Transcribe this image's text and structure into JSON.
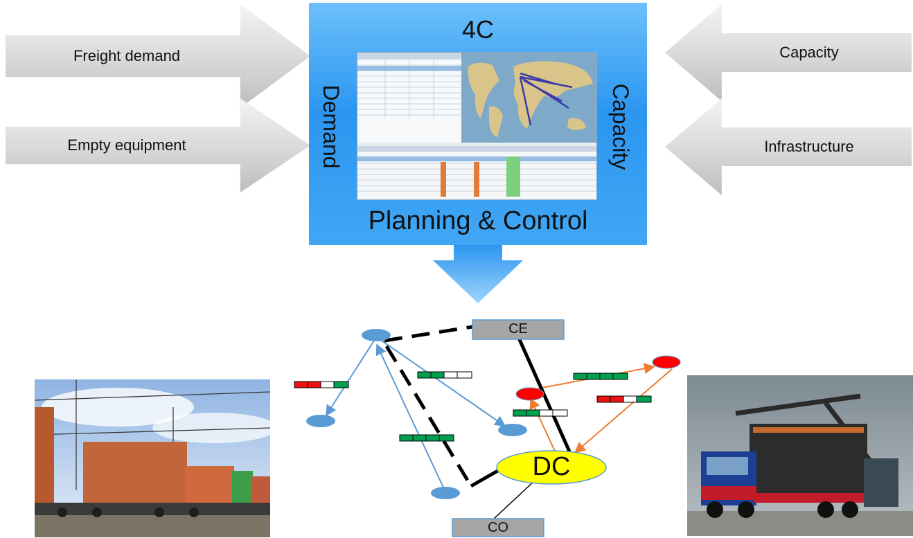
{
  "inputs_left": [
    {
      "label": "Freight demand"
    },
    {
      "label": "Empty equipment"
    }
  ],
  "inputs_right": [
    {
      "label": "Capacity"
    },
    {
      "label": "Infrastructure"
    }
  ],
  "panel": {
    "top_label": "4C",
    "left_label": "Demand",
    "right_label": "Capacity",
    "bottom_label": "Planning & Control"
  },
  "network": {
    "boxes": {
      "ce": "CE",
      "co": "CO"
    },
    "hub_label": "DC"
  },
  "colors": {
    "panel_blue": "#2b96f0",
    "node_blue": "#5b9bd5",
    "node_red": "#ff0000",
    "hub_yellow": "#ffff00",
    "orange_link": "#ed7d31",
    "blue_link": "#5b9bd5",
    "box_grey": "#a6a6a6",
    "status_green": "#00a050",
    "status_red": "#ee1111"
  },
  "icons": {
    "train_photo": "freight-train-photo",
    "truck_photo": "container-truck-photo",
    "screen": "planning-software-screenshot"
  }
}
